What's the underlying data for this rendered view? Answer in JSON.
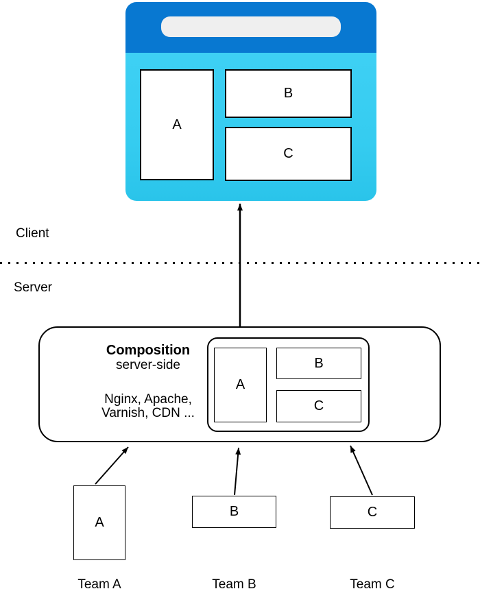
{
  "layers": {
    "client": "Client",
    "server": "Server"
  },
  "browser": {
    "regions": [
      {
        "label": "A"
      },
      {
        "label": "B"
      },
      {
        "label": "C"
      }
    ]
  },
  "composition": {
    "title": "Composition",
    "subtitle": "server-side",
    "tech_line1": "Nginx, Apache,",
    "tech_line2": "Varnish, CDN ...",
    "fragments": [
      {
        "label": "A"
      },
      {
        "label": "B"
      },
      {
        "label": "C"
      }
    ]
  },
  "teams": [
    {
      "box_label": "A",
      "team_label": "Team A"
    },
    {
      "box_label": "B",
      "team_label": "Team B"
    },
    {
      "box_label": "C",
      "team_label": "Team C"
    }
  ],
  "colors": {
    "browser_header_blue": "#0878d1",
    "browser_body_cyan": "#35ccf0",
    "address_bar_gray": "#efefef",
    "stroke_black": "#000000"
  }
}
